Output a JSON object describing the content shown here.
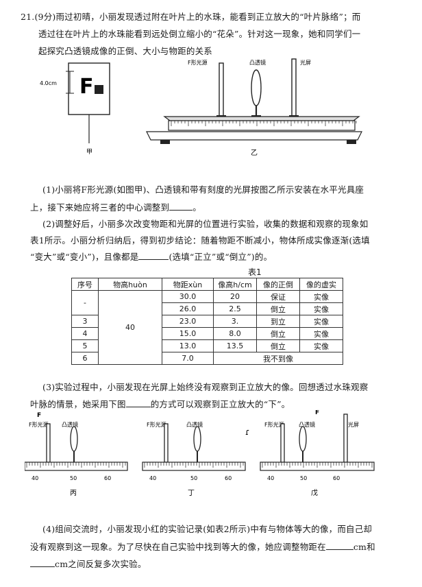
{
  "question": {
    "intro_line1": "21.(9分)雨过初晴，小丽发现透过附在叶片上的水珠，能看到正立放大的“叶片脉络”；而",
    "intro_line2": "透过往在叶片上的水珠能看到远处倒立缩小的“花朵”。针对这一现象，她和同学们一",
    "intro_line3": "起探究凸透镜成像的正倒、大小与物距的关系"
  },
  "figure_jia": {
    "height_label": "4.0cm",
    "letter": "F",
    "caption": "甲"
  },
  "figure_yi": {
    "label_source": "F形光源",
    "label_lens": "凸透镜",
    "label_screen": "光屏",
    "caption": "乙"
  },
  "part1": {
    "line1": "(1)小丽将F形光源(如图甲)、凸透镜和带有刻度的光屏按图乙所示安装在水平光具座",
    "line2_before": "上，接下来她应将三者的中心调整到",
    "line2_after": "。"
  },
  "part2": {
    "line1": "(2)调整好后，小丽多次改变物距和光屏的位置进行实验，收集的数据和观察的现象如",
    "line2": "表1所示。小丽分析归纳后，得到初步结论：随着物距不断减小，物体所成实像逐渐(选填",
    "line3_before": "“变大”或“变小”)，且像都是",
    "line3_after": "(选填“正立”或“倒立”)的。"
  },
  "table1": {
    "title": "表1",
    "headers": [
      "序号",
      "物高huòn",
      "物距xùn",
      "像高h/cm",
      "像的正倒",
      "像的虚实"
    ],
    "object_height": "40",
    "rows": [
      {
        "id": "-",
        "distance": "30.0",
        "image_height": "20",
        "orientation": "保证",
        "nature": "实像"
      },
      {
        "id": "",
        "distance": "26.0",
        "image_height": "2.5",
        "orientation": "倒立",
        "nature": "实像"
      },
      {
        "id": "3",
        "distance": "23.0",
        "image_height": "3.",
        "orientation": "到立",
        "nature": "实像"
      },
      {
        "id": "4",
        "distance": "15.0",
        "image_height": "8.0",
        "orientation": "倒立",
        "nature": "实像"
      },
      {
        "id": "5",
        "distance": "13.0",
        "image_height": "13.5",
        "orientation": "倒立",
        "nature": "实像"
      },
      {
        "id": "6",
        "distance": "7.0",
        "merged_note": "我不到像"
      }
    ]
  },
  "part3": {
    "line1": "(3)实验过程中，小丽发现在光屏上始终没有观察到正立放大的像。回想透过水珠观察",
    "line2_before": "叶脉的情景，她采用下图",
    "line2_after": "的方式可以观察到正立放大的“下”。"
  },
  "figures_small": [
    {
      "source": "F形光源",
      "lens": "凸透镜",
      "tick_a": "40",
      "tick_b": "50",
      "tick_c": "60",
      "caption": "丙"
    },
    {
      "source": "F形光源",
      "lens": "凸透镜",
      "tick_a": "40",
      "tick_b": "50",
      "tick_c": "60",
      "caption": "丁"
    },
    {
      "source": "F形光源",
      "lens": "凸透镜",
      "screen": "光屏",
      "tick_a": "40",
      "tick_b": "50",
      "tick_c": "60",
      "caption": "戊"
    }
  ],
  "part4": {
    "line1": "(4)组间交流时，小丽发现小红的实验记录(如表2所示)中有与物体等大的像，而自己却",
    "line2": "没有观察到这一现象。为了尽快在自己实验中找到等大的像，她应调整物距在",
    "line2_unit": "cm和",
    "line3_unit": "cm之间反复多次实验。"
  }
}
